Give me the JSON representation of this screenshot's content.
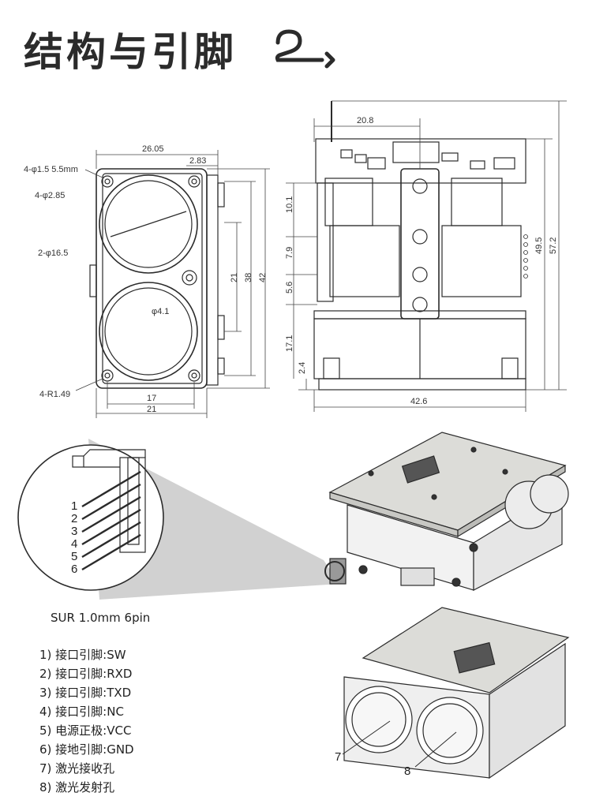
{
  "header": {
    "title": "结构与引脚"
  },
  "front_view": {
    "dims": {
      "width_top": "26.05",
      "offset_top": "2.83",
      "hole_small": "4-φ1.5  5.5mm",
      "hole_mount": "4-φ2.85",
      "lens": "2-φ16.5",
      "hole_center": "φ4.1",
      "pitch_21": "21",
      "pitch_38": "38",
      "height_42": "42",
      "radius": "4-R1.49",
      "width_17": "17",
      "width_21": "21"
    }
  },
  "side_view": {
    "dims": {
      "top_20_8": "20.8",
      "d_10_1": "10.1",
      "d_7_9": "7.9",
      "d_5_6": "5.6",
      "d_17_1": "17.1",
      "d_2_4": "2.4",
      "d_49_5": "49.5",
      "d_57_2": "57.2",
      "d_42_6": "42.6"
    }
  },
  "connector": {
    "label": "SUR 1.0mm  6pin",
    "pin_numbers": [
      "1",
      "2",
      "3",
      "4",
      "5",
      "6"
    ]
  },
  "pins": [
    "1) 接口引脚:SW",
    "2) 接口引脚:RXD",
    "3) 接口引脚:TXD",
    "4) 接口引脚:NC",
    "5) 电源正极:VCC",
    "6) 接地引脚:GND",
    "7) 激光接收孔",
    "8) 激光发射孔"
  ],
  "callouts": {
    "receive_hole": "7",
    "emit_hole": "8"
  },
  "colors": {
    "line": "#2b2b2b",
    "board_green": "#d9dcd6",
    "shade": "#bfbfbf"
  }
}
